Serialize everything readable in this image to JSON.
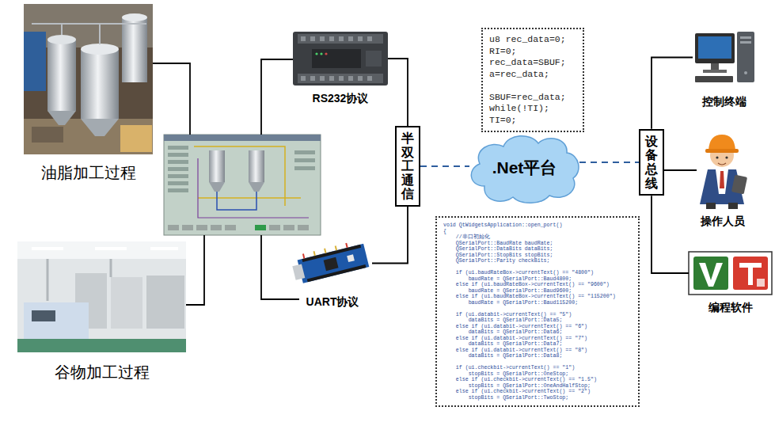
{
  "diagram": {
    "nodes": [
      {
        "text": [
          "油脂加工过程"
        ]
      },
      {
        "text": [
          "RS232协议"
        ]
      },
      {
        "text": [
          "u8 rec_data=0;",
          "RI=0;",
          "rec_data=SBUF;",
          "a=rec_data;",
          "SBUF=rec_data;",
          "while(!TI);",
          "TI=0;"
        ]
      },
      {
        "text": [
          "控制终端"
        ]
      },
      {
        "text": [
          "半双工通信"
        ]
      },
      {
        "text": [
          ".Net平台"
        ]
      },
      {
        "text": [
          "设备总线"
        ]
      },
      {
        "text": [
          "操作人员"
        ]
      },
      {
        "text": [
          "谷物加工过程"
        ]
      },
      {
        "text": [
          "UART协议"
        ]
      },
      {
        "text": [
          "void QtWidgetsApplication::open_port()",
          "{",
          "//串口初始化",
          "QSerialPort::BaudRate baudRate;",
          "QSerialPort::DataBits dataBits;",
          "QSerialPort::StopBits stopBits;",
          "QSerialPort::Parity checkBits;",
          "if (ui.baudRateBox->currentText() == \"4800\")",
          "baudRate = QSerialPort::Baud4800;",
          "else if (ui.baudRateBox->currentText() == \"9600\")",
          "baudRate = QSerialPort::Baud9600;",
          "else if (ui.baudRateBox->currentText() == \"115200\")",
          "baudRate = QSerialPort::Baud115200;",
          "if (ui.databit->currentText() == \"5\")",
          "dataBits = QSerialPort::Data5;",
          "else if (ui.databit->currentText() == \"6\")",
          "dataBits = QSerialPort::Data6;",
          "else if (ui.databit->currentText() == \"7\")",
          "dataBits = QSerialPort::Data7;",
          "else if (ui.databit->currentText() == \"8\")",
          "dataBits = QSerialPort::Data8;",
          "if (ui.checkbit->currentText() == \"1\")",
          "stopBits = QSerialPort::OneStop;",
          "else if (ui.checkbit->currentText() == \"1.5\")",
          "stopBits = QSerialPort::OneAndHalfStop;",
          "else if (ui.checkbit->currentText() == \"2\")",
          "stopBits = QSerialPort::TwoStop;"
        ]
      },
      {
        "text": [
          "编程软件"
        ]
      }
    ],
    "edges": [
      {
        "from": 1,
        "to": 4,
        "arrow": "none"
      },
      {
        "from": 9,
        "to": 4,
        "arrow": "none"
      },
      {
        "from": 4,
        "to": 5,
        "arrow": "none"
      },
      {
        "from": 5,
        "to": 6,
        "arrow": "none"
      },
      {
        "from": 6,
        "to": 3,
        "arrow": "none"
      },
      {
        "from": 6,
        "to": 7,
        "arrow": "none"
      },
      {
        "from": 6,
        "to": 11,
        "arrow": "none"
      }
    ]
  }
}
